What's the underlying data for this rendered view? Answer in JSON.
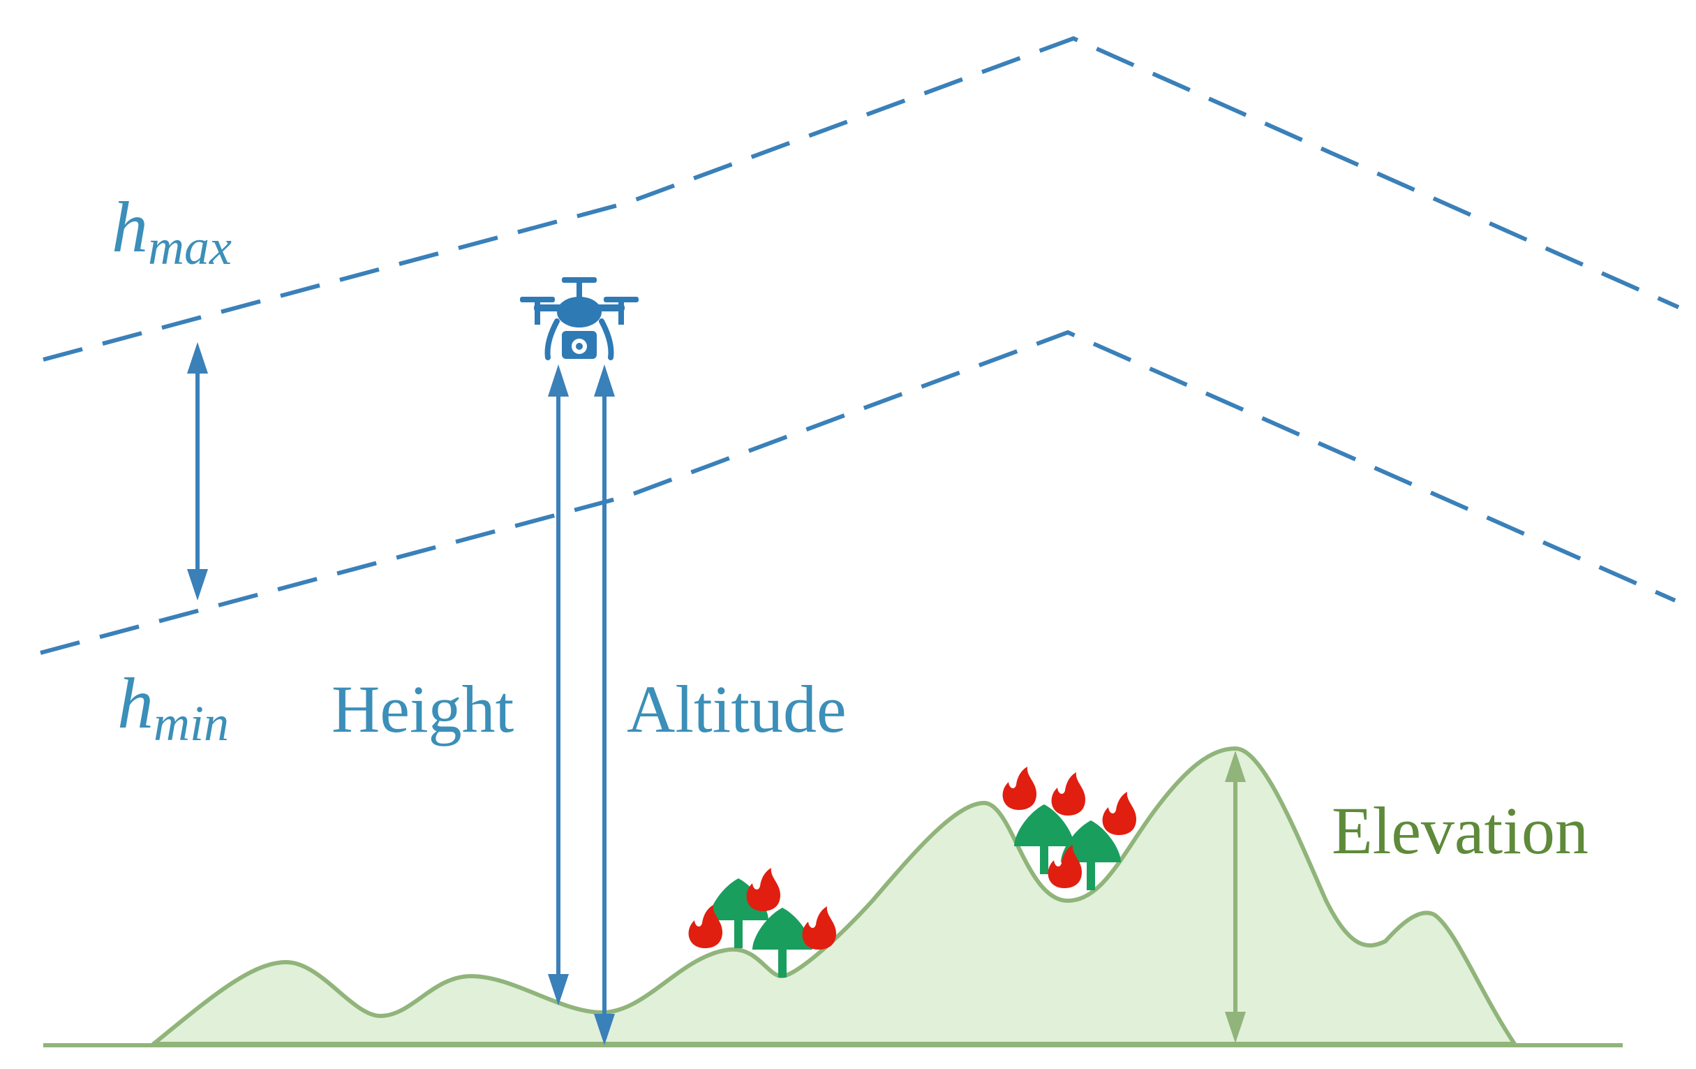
{
  "labels": {
    "hmax_base": "h",
    "hmax_sub": "max",
    "hmin_base": "h",
    "hmin_sub": "min",
    "height": "Height",
    "altitude": "Altitude",
    "elevation": "Elevation"
  },
  "colors": {
    "boundary": "#3a80b9",
    "text_blue": "#3b8fb8",
    "terrain_fill": "#e1f0d9",
    "terrain_stroke": "#90b47a",
    "elevation_text": "#5e8a3a",
    "tree": "#1a9e5e",
    "fire": "#e01f10",
    "drone": "#2e7ab5"
  },
  "icons": {
    "drone": "drone-camera-icon",
    "tree": "tree-icon",
    "fire": "fire-icon"
  }
}
